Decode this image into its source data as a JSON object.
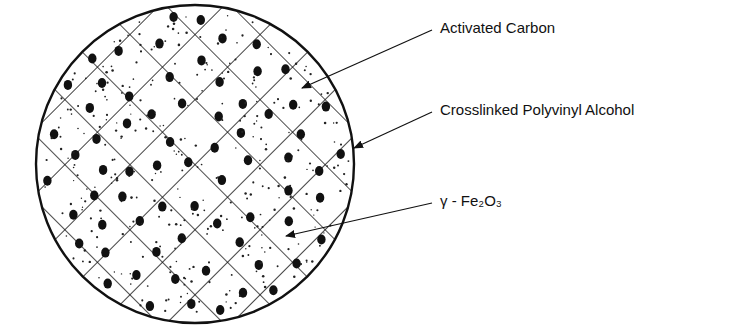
{
  "diagram": {
    "labels": [
      "Activated Carbon",
      "Crosslinked Polyvinyl Alcohol",
      "γ - Fe₂O₃"
    ]
  }
}
